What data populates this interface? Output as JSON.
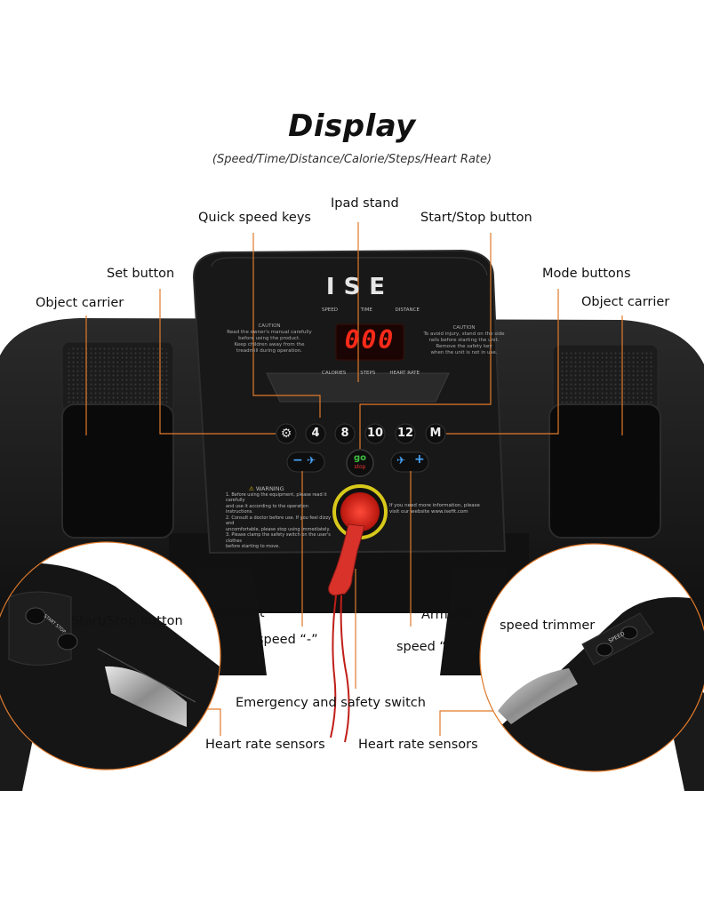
{
  "heading": {
    "title": "Display",
    "subtitle": "(Speed/Time/Distance/Calorie/Steps/Heart Rate)"
  },
  "labels": {
    "ipad_stand": "Ipad stand",
    "quick_speed_keys": "Quick speed keys",
    "start_stop_button_top": "Start/Stop button",
    "set_button": "Set button",
    "mode_buttons": "Mode buttons",
    "object_carrier_left": "Object carrier",
    "object_carrier_right": "Object carrier",
    "start_stop_button_inset": "Start/Stop button",
    "armrest_left": "Armrest",
    "armrest_right": "Armrest",
    "speed_minus": "speed “-”",
    "speed_plus": "speed “+”",
    "speed_trimmer": "speed trimmer",
    "emergency_switch": "Emergency and safety switch",
    "heart_rate_left": "Heart rate sensors",
    "heart_rate_right": "Heart rate sensors"
  },
  "console": {
    "brand": "ISE",
    "display_value": "000",
    "top_indicators": [
      "SPEED",
      "TIME",
      "DISTANCE"
    ],
    "bottom_indicators": [
      "CALORIES",
      "STEPS",
      "HEART RATE"
    ],
    "caution_left_title": "CAUTION",
    "caution_left_lines": [
      "Read the owner's manual carefully",
      "before using the product.",
      "Keep children away from the",
      "treadmill during operation."
    ],
    "caution_right_title": "CAUTION",
    "caution_right_lines": [
      "To avoid injury, stand on the side",
      "rails before starting the unit.",
      "Remove the safety key",
      "when the unit is not in use."
    ],
    "quick_keys": [
      "4",
      "8",
      "10",
      "12",
      "M"
    ],
    "go_label": "go",
    "stop_label": "stop",
    "warning_title": "WARNING",
    "warning_lines": [
      "1. Before using the equipment, please read it carefully",
      "and use it according to the operation instructions.",
      "2. Consult a doctor before use. If you feel dizzy and",
      "uncomfortable, please stop using immediately.",
      "3. Please clamp the safety switch on the user's clothes",
      "before starting to move."
    ],
    "info_lines": [
      "If you need more information, please",
      "visit our website www.isefit.com"
    ],
    "inset_right_label": "SPEED",
    "inset_left_label": "START STOP"
  },
  "colors": {
    "accent_line": "#e07a2b",
    "display_red": "#ff2a1a",
    "safety_key": "#d8322b",
    "console_black": "#151515"
  },
  "icons": {
    "set": "gear-icon",
    "minus": "minus-icon",
    "plus": "plus-icon",
    "runner_slow": "runner-icon",
    "runner_fast": "runner-icon"
  }
}
